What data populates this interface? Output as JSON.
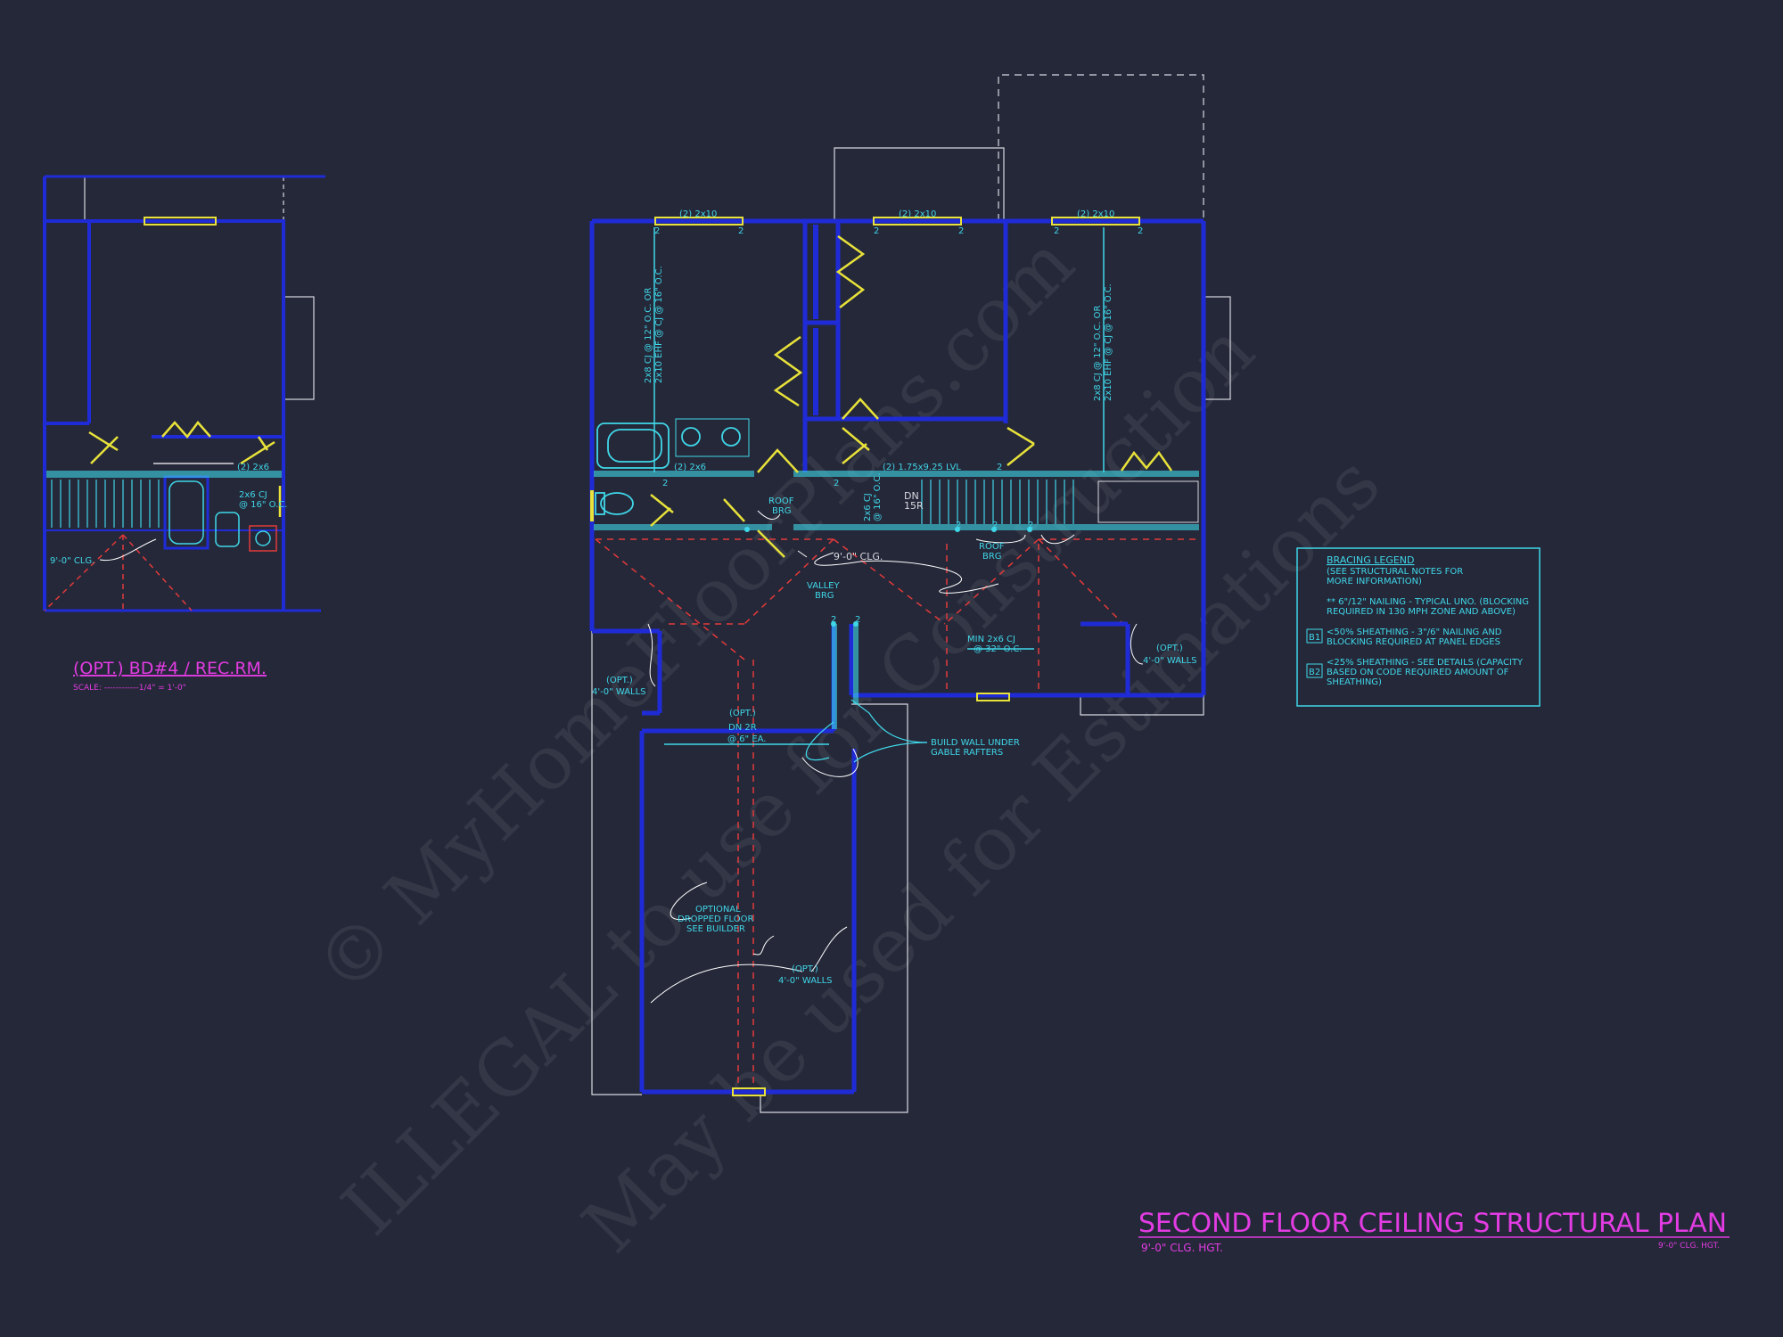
{
  "colors": {
    "background": "#252839",
    "wall": "#1f2bd6",
    "annotation": "#3fd7e8",
    "header": "#e8e23a",
    "title": "#e23ce2",
    "outline": "#d8d8e0",
    "hidden_line": "#e23a3a"
  },
  "main_plan": {
    "title": "SECOND FLOOR CEILING STRUCTURAL PLAN",
    "subtitle_left": "9'-0\" CLG. HGT.",
    "subtitle_right": "9'-0\" CLG. HGT.",
    "headers": [
      "(2) 2x10",
      "(2) 2x10",
      "(2) 2x10"
    ],
    "joist_note_left": [
      "2x8 CJ @ 12\" O.C. OR",
      "2x10 EHF @ CJ @ 16\" O.C."
    ],
    "joist_note_right": [
      "2x8 CJ @ 12\" O.C. OR",
      "2x10 EHF @ CJ @ 16\" O.C."
    ],
    "hall_header_left": "(2) 2x6",
    "hall_header_right": "(2) 1.75x9.25 LVL",
    "roof_brg_1": [
      "ROOF",
      "BRG"
    ],
    "roof_brg_2": [
      "ROOF",
      "BRG"
    ],
    "cj_16": [
      "2x6 CJ",
      "@ 16\" O.C."
    ],
    "stair_dn": [
      "DN",
      "15R"
    ],
    "clg_note": "9'-0\" CLG.",
    "valley_brg": [
      "VALLEY",
      "BRG"
    ],
    "min_cj": [
      "MIN 2x6 CJ",
      "@ 32\" O.C."
    ],
    "opt_walls_right": [
      "(OPT.)",
      "4'-0\" WALLS"
    ],
    "opt_walls_left": [
      "(OPT.)",
      "4'-0\" WALLS"
    ],
    "opt_dn": [
      "(OPT.)",
      "DN 2R",
      "@ 6\" EA."
    ],
    "build_wall": [
      "BUILD WALL UNDER",
      "GABLE RAFTERS"
    ],
    "dropped_floor": [
      "OPTIONAL",
      "DROPPED FLOOR",
      "SEE BUILDER"
    ],
    "opt_walls_bottom": [
      "(OPT.)",
      "4'-0\" WALLS"
    ],
    "number_2": "2"
  },
  "inset_plan": {
    "title": "(OPT.) BD#4 / REC.RM.",
    "scale": "SCALE: ------------1/4\" = 1'-0\"",
    "header": "(2) 2x6",
    "cj_note": [
      "2x6 CJ",
      "@ 16\" O.C."
    ],
    "clg_note": "9'-0\" CLG."
  },
  "bracing_legend": {
    "title": "BRACING LEGEND",
    "subtitle": [
      "(SEE STRUCTURAL NOTES FOR",
      "MORE INFORMATION)"
    ],
    "nailing_note": [
      "** 6\"/12\" NAILING - TYPICAL UNO. (BLOCKING",
      "REQUIRED IN 130 MPH ZONE AND ABOVE)"
    ],
    "b1_label": "B1",
    "b1_text": [
      "<50% SHEATHING - 3\"/6\" NAILING AND",
      "BLOCKING REQUIRED AT PANEL EDGES"
    ],
    "b2_label": "B2",
    "b2_text": [
      "<25% SHEATHING - SEE DETAILS (CAPACITY",
      "BASED ON CODE REQUIRED AMOUNT OF",
      "SHEATHING)"
    ]
  },
  "watermark": {
    "line1": "© MyHomeFloorPlans.com",
    "line2": "ILLEGAL to use for Construction",
    "line3": "May be used for Estimations"
  }
}
